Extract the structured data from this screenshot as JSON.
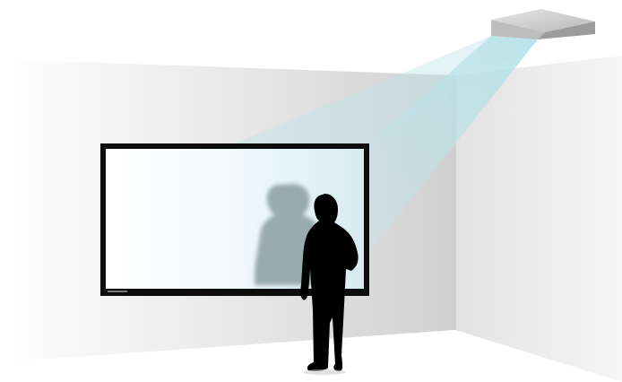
{
  "scene": {
    "subject": "ceiling-projector-screen-room",
    "elements": [
      "ceiling-projector",
      "projection-screen",
      "person-silhouette",
      "person-shadow",
      "projection-beam",
      "room-corner"
    ]
  },
  "colors": {
    "background": "#ffffff",
    "wall_left_light": "#ececec",
    "wall_left_dark": "#d6d6d6",
    "wall_right": "#e6e6e6",
    "floor": "#ffffff",
    "beam": "#bfe3e8",
    "screen_surface": "#eef8fa",
    "screen_frame": "#111111",
    "projector_body": "#c8c8c8",
    "silhouette": "#000000",
    "shadow": "#7f8f93"
  }
}
